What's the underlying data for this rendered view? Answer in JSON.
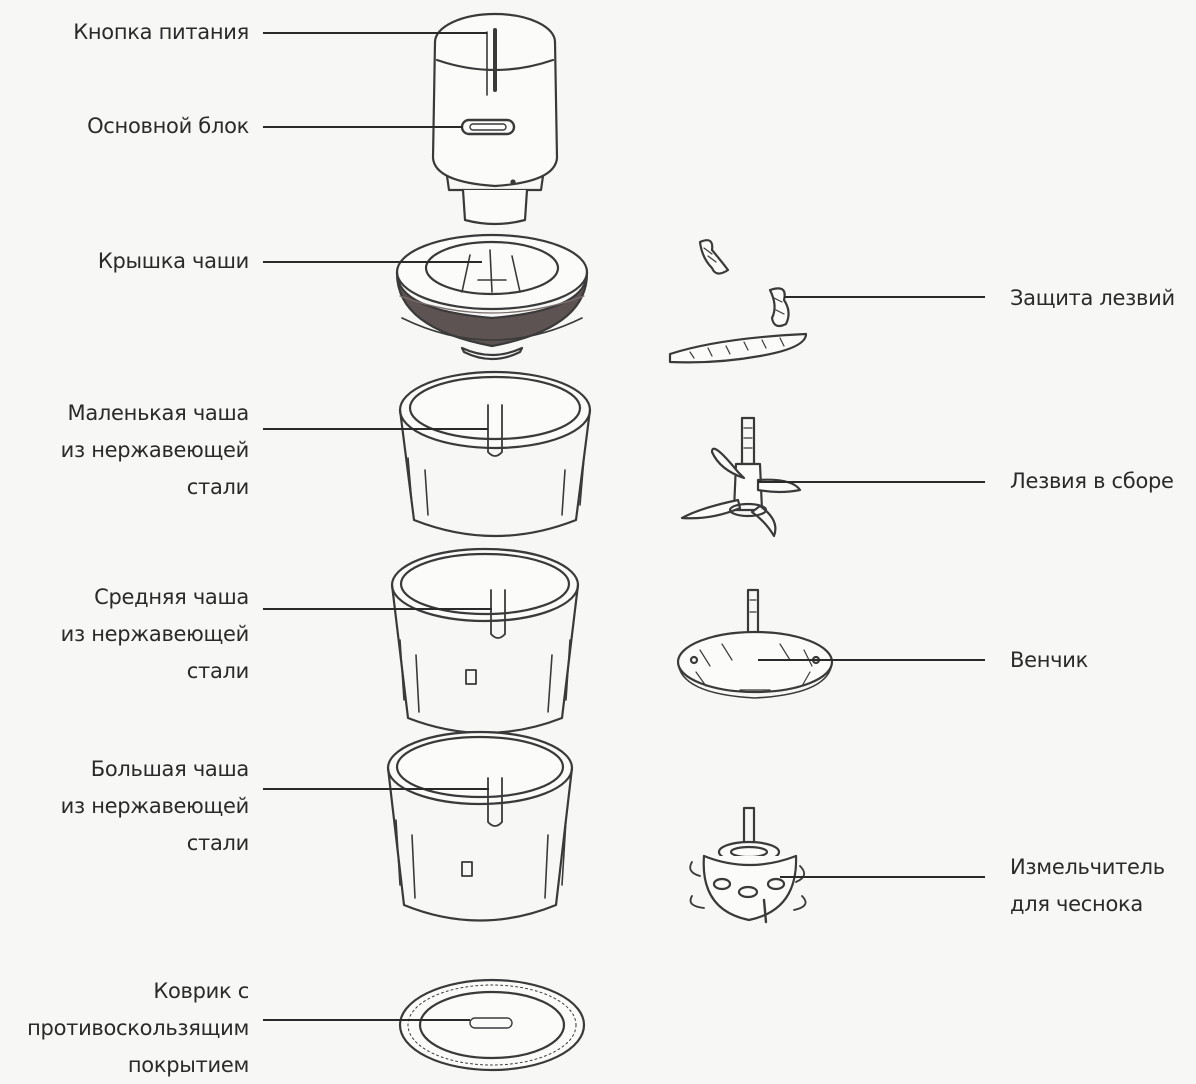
{
  "colors": {
    "line": "#2a2a2a",
    "outline": "#3a3a3a",
    "bowl_fill": "#fbfbfa",
    "lid_ring": "#5e5353",
    "background": "#f7f7f5"
  },
  "labels_left": {
    "power_button": "Кнопка питания",
    "main_unit": "Основной блок",
    "bowl_lid": "Крышка чаши",
    "small_bowl": [
      "Маленькая чаша",
      "из нержавеющей",
      "стали"
    ],
    "medium_bowl": [
      "Средняя чаша",
      "из нержавеющей",
      "стали"
    ],
    "large_bowl": [
      "Большая чаша",
      "из нержавеющей",
      "стали"
    ],
    "anti_slip_mat": [
      "Коврик с",
      "противоскользящим",
      "покрытием"
    ]
  },
  "labels_right": {
    "blade_guard": "Защита лезвий",
    "blade_assembly": "Лезвия в сборе",
    "whisk": "Венчик",
    "garlic_chopper": [
      "Измельчитель",
      "для чеснока"
    ]
  }
}
